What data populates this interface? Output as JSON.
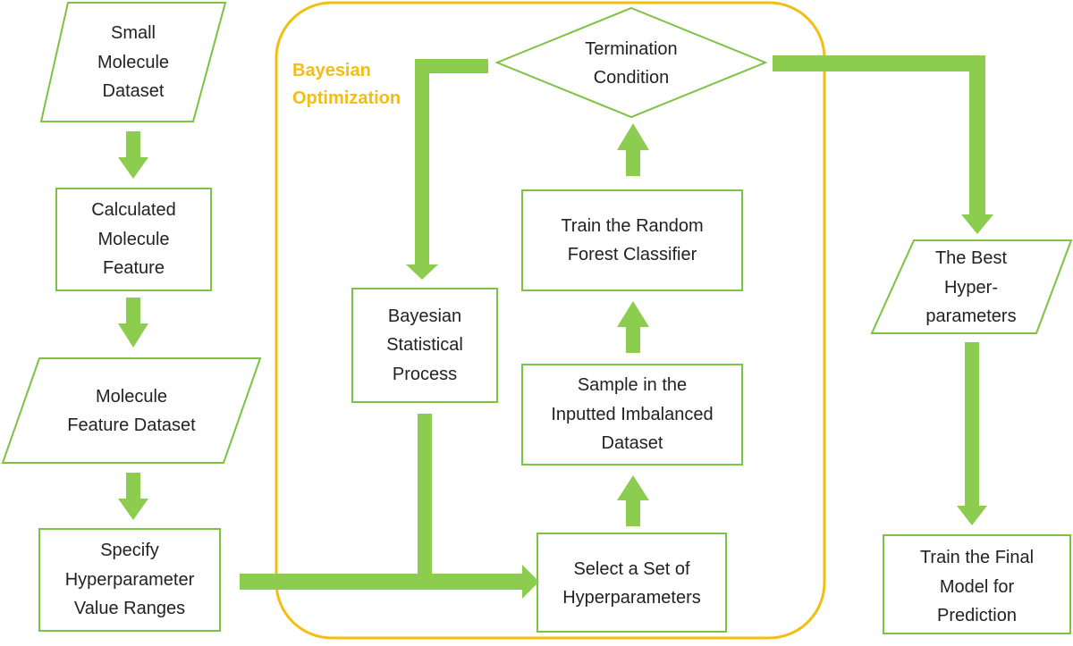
{
  "colors": {
    "box_stroke": "#7DC242",
    "arrow_fill": "#8CCC4E",
    "group_stroke": "#F3BD12",
    "group_label": "#F3BD12",
    "text": "#222222"
  },
  "group": {
    "label_lines": [
      "Bayesian",
      "Optimization"
    ]
  },
  "nodes": {
    "small_molecule_dataset": {
      "shape": "parallelogram",
      "lines": [
        "Small",
        "Molecule",
        "Dataset"
      ]
    },
    "calculated_molecule_feature": {
      "shape": "rectangle",
      "lines": [
        "Calculated",
        "Molecule",
        "Feature"
      ]
    },
    "molecule_feature_dataset": {
      "shape": "parallelogram",
      "lines": [
        "Molecule",
        "Feature Dataset"
      ]
    },
    "specify_hyperparameter_value_ranges": {
      "shape": "rectangle",
      "lines": [
        "Specify",
        "Hyperparameter",
        "Value Ranges"
      ]
    },
    "termination_condition": {
      "shape": "diamond",
      "lines": [
        "Termination",
        "Condition"
      ]
    },
    "train_random_forest_classifier": {
      "shape": "rectangle",
      "lines": [
        "Train the Random",
        "Forest Classifier"
      ]
    },
    "bayesian_statistical_process": {
      "shape": "rectangle",
      "lines": [
        "Bayesian",
        "Statistical",
        "Process"
      ]
    },
    "sample_inputted_imbalanced_dataset": {
      "shape": "rectangle",
      "lines": [
        "Sample in the",
        "Inputted Imbalanced",
        "Dataset"
      ]
    },
    "select_set_of_hyperparameters": {
      "shape": "rectangle",
      "lines": [
        "Select a Set of",
        "Hyperparameters"
      ]
    },
    "best_hyperparameters": {
      "shape": "parallelogram",
      "lines": [
        "The Best",
        "Hyper-",
        "parameters"
      ]
    },
    "train_final_model": {
      "shape": "rectangle",
      "lines": [
        "Train the Final",
        "Model for",
        "Prediction"
      ]
    }
  },
  "edges": [
    {
      "from": "small_molecule_dataset",
      "to": "calculated_molecule_feature"
    },
    {
      "from": "calculated_molecule_feature",
      "to": "molecule_feature_dataset"
    },
    {
      "from": "molecule_feature_dataset",
      "to": "specify_hyperparameter_value_ranges"
    },
    {
      "from": "specify_hyperparameter_value_ranges",
      "to": "select_set_of_hyperparameters"
    },
    {
      "from": "select_set_of_hyperparameters",
      "to": "sample_inputted_imbalanced_dataset"
    },
    {
      "from": "sample_inputted_imbalanced_dataset",
      "to": "train_random_forest_classifier"
    },
    {
      "from": "train_random_forest_classifier",
      "to": "termination_condition"
    },
    {
      "from": "termination_condition",
      "to": "bayesian_statistical_process"
    },
    {
      "from": "bayesian_statistical_process",
      "to": "select_set_of_hyperparameters"
    },
    {
      "from": "termination_condition",
      "to": "best_hyperparameters"
    },
    {
      "from": "best_hyperparameters",
      "to": "train_final_model"
    }
  ]
}
